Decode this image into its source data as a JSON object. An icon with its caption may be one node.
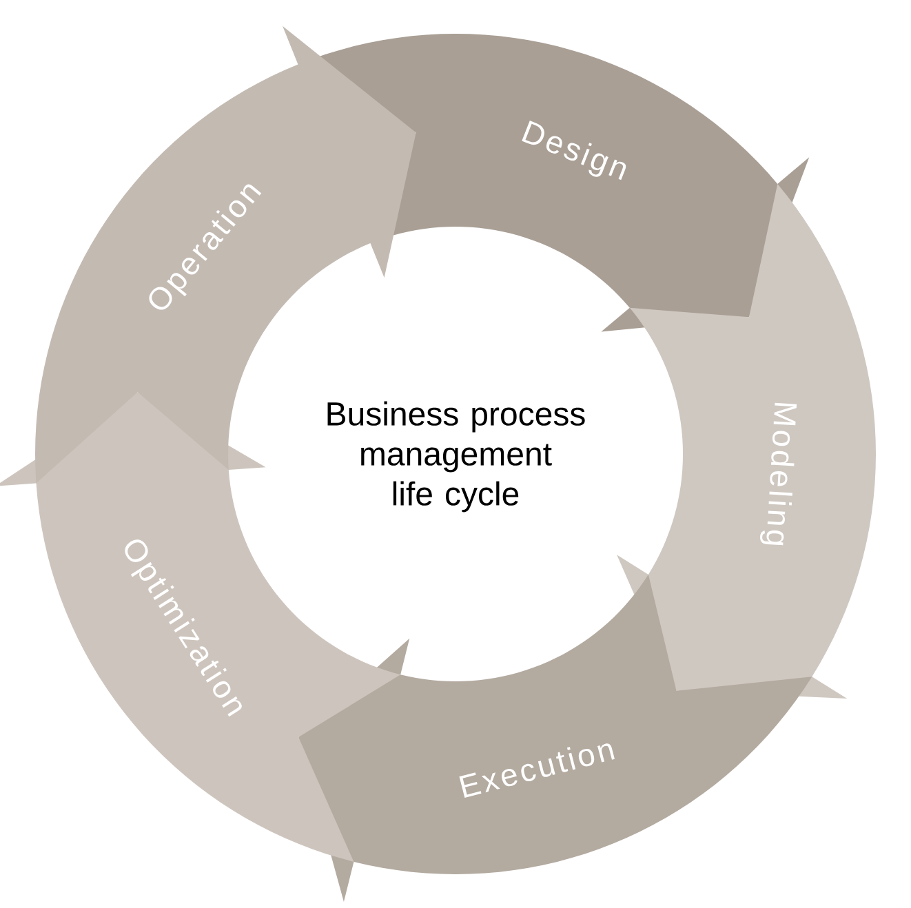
{
  "diagram": {
    "nodes": [
      {
        "text": [
          "Design"
        ]
      },
      {
        "text": [
          "Modeling"
        ]
      },
      {
        "text": [
          "Execution"
        ]
      },
      {
        "text": [
          "Optimization"
        ]
      },
      {
        "text": [
          "Operation"
        ]
      },
      {
        "text": [
          "Business process management life cycle"
        ]
      }
    ]
  }
}
